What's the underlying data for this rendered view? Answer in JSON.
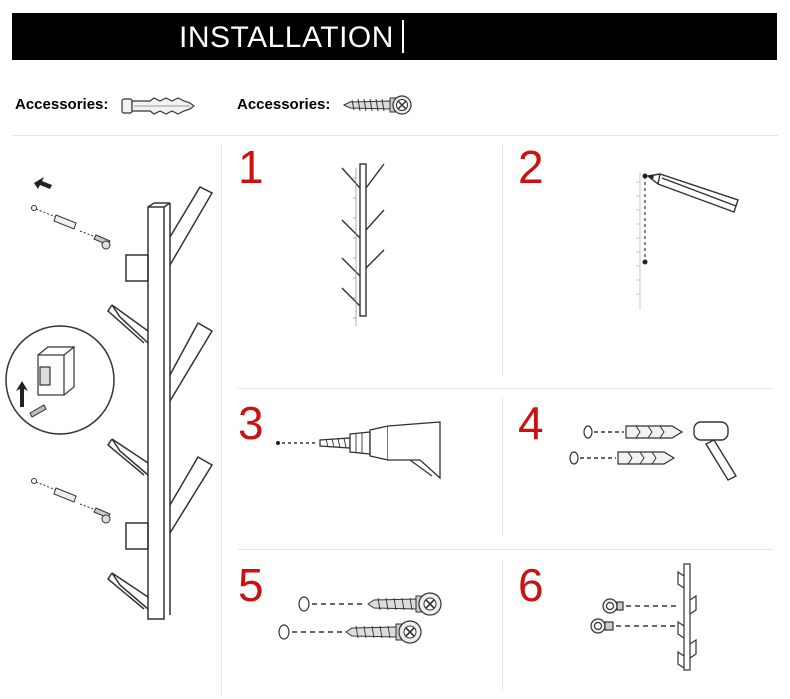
{
  "banner": {
    "title": "INSTALLATION"
  },
  "accessories": [
    {
      "label": "Accessories:",
      "icon": "wall-anchor-icon"
    },
    {
      "label": "Accessories:",
      "icon": "screw-icon"
    }
  ],
  "steps": [
    {
      "number": "1",
      "illustration": "rack-with-ruler"
    },
    {
      "number": "2",
      "illustration": "pencil-marking-wall"
    },
    {
      "number": "3",
      "illustration": "drill"
    },
    {
      "number": "4",
      "illustration": "hammer-anchors"
    },
    {
      "number": "5",
      "illustration": "insert-screws"
    },
    {
      "number": "6",
      "illustration": "hang-rack"
    }
  ],
  "colors": {
    "banner_bg": "#000000",
    "step_number": "#cc1111",
    "line_art": "#333333"
  }
}
